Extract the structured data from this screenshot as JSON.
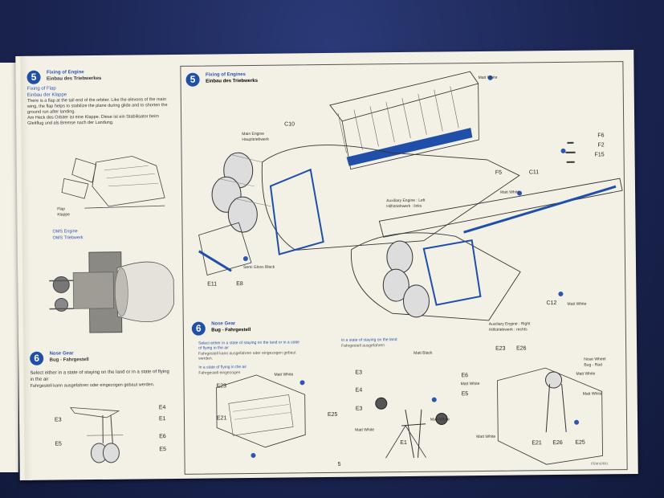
{
  "left_page": {
    "step5": {
      "number": "5",
      "title_en": "Fixing of Engine",
      "title_de": "Einbau des Triebwerkes",
      "sub_en": "Fixing of Flap",
      "sub_de": "Einbau der Klappe",
      "text_en": "There is a flap at the tail end of the orbiter. Like the elevons of the main wing, the flap helps to stabilize the plane during glide and to shorten the ground run after landing.",
      "text_de": "Am Heck des Orbiter ist eine Klappe. Diese ist ein Stabilisator beim Gleitflug und als Bremse nach der Landung.",
      "flap_label": "Flap",
      "flap_label_de": "Klappe",
      "oms_en": "OMS Engine",
      "oms_de": "OMS Triebwerk"
    },
    "step6": {
      "number": "6",
      "title_en": "Nose Gear",
      "title_de": "Bug - Fahrgestell",
      "text_en": "Select either in a state of staying on the land or in a state of flying in the air",
      "text_de": "Fahrgestell kann ausgefahren oder eingezogen gebaut werden.",
      "parts": [
        "E4",
        "E1",
        "E6",
        "E5",
        "E3",
        "E5"
      ]
    }
  },
  "right_page": {
    "step5": {
      "number": "5",
      "title_en": "Fixing of Engines",
      "title_de": "Einbau des Triebwerks",
      "main_engine": "Main Engine",
      "main_engine_de": "Haupttriebwerk",
      "aux_left": "Auxiliary Engine : Left",
      "aux_left_de": "Hilfstriebwerk : links",
      "aux_right": "Auxiliary Engine : Right",
      "aux_right_de": "Hilfstriebwerk : rechts",
      "semi_gloss": "Semi Gloss Black",
      "matt_white": "Matt White",
      "parts": {
        "c10": "C10",
        "f6": "F6",
        "f2": "F2",
        "f15": "F15",
        "f5": "F5",
        "c11": "C11",
        "c12": "C12",
        "e11": "E11",
        "e8": "E8"
      }
    },
    "step6": {
      "number": "6",
      "title_en": "Nose Gear",
      "title_de": "Bug - Fahrgestell",
      "note_en": "Select either in a state of staying on the land or in a state of flying in the air",
      "note_de": "Fahrgestell kann ausgefahren oder eingezogen gebaut werden.",
      "flying_en": "In a state of flying in the air",
      "flying_de": "Fahrgestell eingezogen",
      "land_en": "In a state of staying on the land",
      "land_de": "Fahrgestell ausgefahren",
      "matt_white": "Matt White",
      "matt_black": "Matt Black",
      "nose_wheel": "Nose Wheel",
      "nose_wheel_de": "Bug - Rad",
      "parts": {
        "e23": "E23",
        "e21": "E21",
        "e25": "E25",
        "e3": "E3",
        "e4": "E4",
        "e6": "E6",
        "e5": "E5",
        "e1": "E1",
        "e26": "E26"
      }
    },
    "page_number": "5",
    "code": "ITEM 60601"
  },
  "colors": {
    "accent": "#1f4fa8",
    "paper": "#f3f0e6",
    "background": "#1f2a5a"
  }
}
